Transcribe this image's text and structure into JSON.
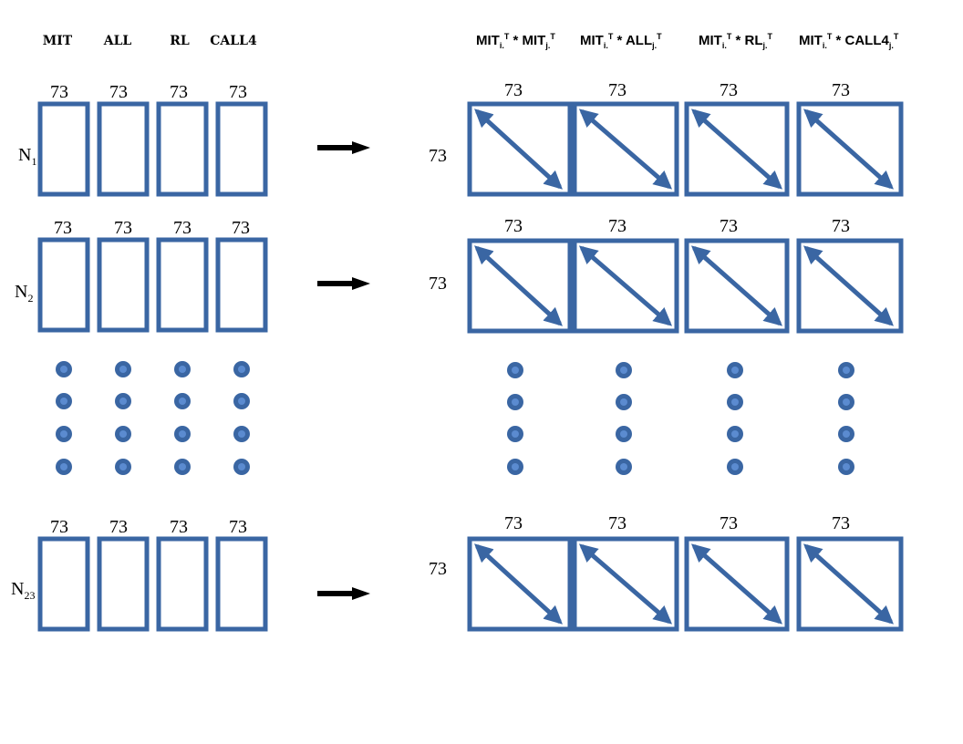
{
  "left_headers": [
    "MIT",
    "ALL",
    "RL",
    "CALL4"
  ],
  "right_headers": [
    {
      "base": "MIT",
      "sub1": "i.",
      "sup1": "T",
      "mid": " * MIT",
      "sub2": "j.",
      "sup2": "T"
    },
    {
      "base": "MIT",
      "sub1": "i.",
      "sup1": "T",
      "mid": " * ALL",
      "sub2": "j.",
      "sup2": "T"
    },
    {
      "base": "MIT",
      "sub1": "i.",
      "sup1": "T",
      "mid": " * RL",
      "sub2": "j.",
      "sup2": "T"
    },
    {
      "base": "MIT",
      "sub1": "i.",
      "sup1": "T",
      "mid": " * CALL4",
      "sub2": "j.",
      "sup2": "T"
    }
  ],
  "rows": [
    {
      "label": "N",
      "sub": "1"
    },
    {
      "label": "N",
      "sub": "2"
    },
    {
      "label": "N",
      "sub": "23"
    }
  ],
  "dimension": "73",
  "colors": {
    "box": "#3a66a3",
    "dot": "#3a66a3",
    "dot_highlight": "#5b8bd0",
    "arrow": "#000000"
  }
}
